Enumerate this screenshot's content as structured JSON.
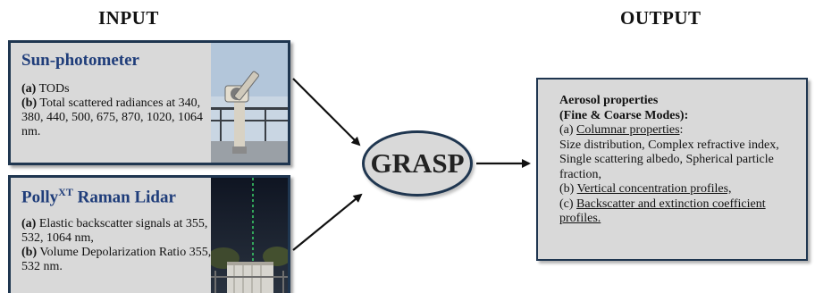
{
  "headings": {
    "input": "INPUT",
    "output": "OUTPUT"
  },
  "sun_photometer": {
    "title": "Sun-photometer",
    "a_marker": "(a)",
    "a_text": " TODs",
    "b_marker": "(b)",
    "b_text": " Total scattered radiances at 340, 380, 440, 500, 675, 870, 1020, 1064 nm."
  },
  "lidar": {
    "title_main": "Polly",
    "title_sup": "XT",
    "title_rest": " Raman Lidar",
    "a_marker": "(a)",
    "a_text": " Elastic backscatter signals at 355, 532, 1064 nm,",
    "b_marker": "(b)",
    "b_text": " Volume Depolarization Ratio 355, 532 nm."
  },
  "grasp": {
    "label": "GRASP"
  },
  "output": {
    "title_line1": "Aerosol properties",
    "title_line2": "(Fine & Coarse Modes):",
    "a_marker": "(a) ",
    "a_link": "Columnar properties",
    "a_colon": ":",
    "a_detail": "Size distribution, Complex refractive index, Single scattering albedo, Spherical particle fraction,",
    "b_marker": "(b) ",
    "b_link": "Vertical concentration profiles,",
    "c_marker": "(c) ",
    "c_link": "Backscatter and extinction coefficient profiles."
  },
  "colors": {
    "box_fill": "#d9d9d9",
    "box_border": "#1f3650",
    "title_blue": "#1f3d7a"
  }
}
